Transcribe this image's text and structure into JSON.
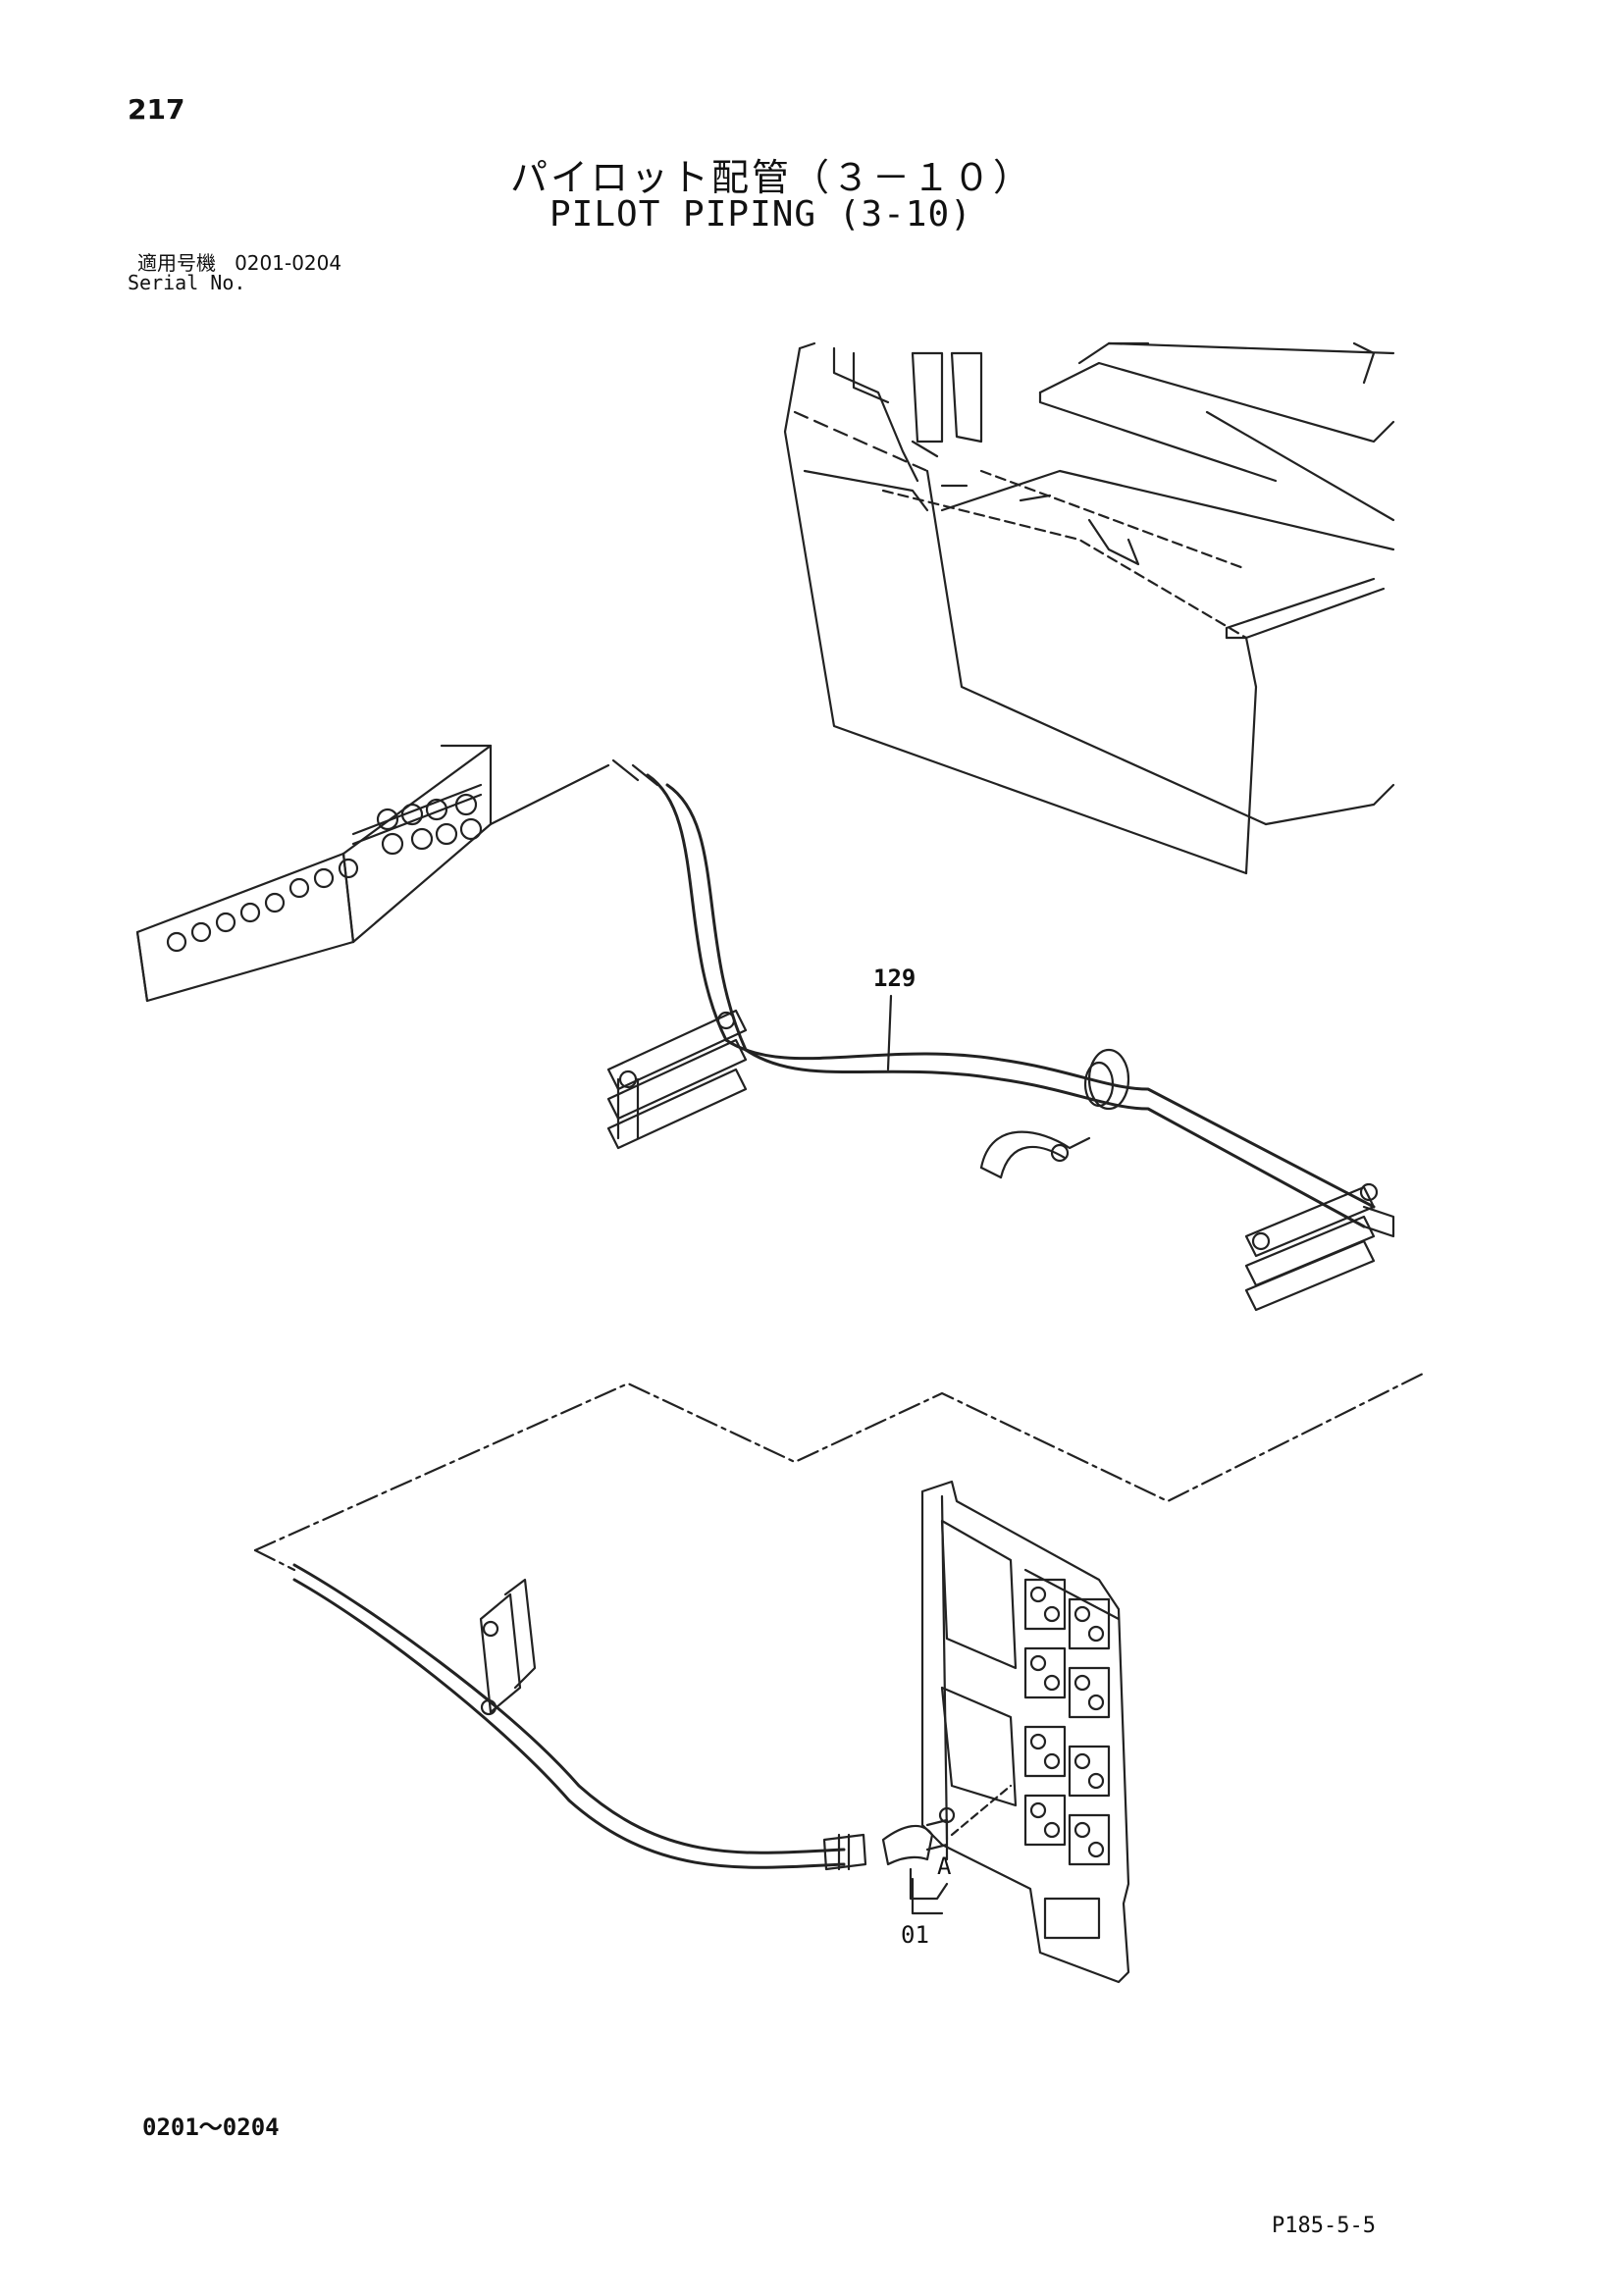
{
  "header": {
    "page_number": "217",
    "title_jp": "パイロット配管（３－１０）",
    "title_en": "PILOT PIPING (3-10)",
    "serial_label_jp": "適用号機",
    "serial_range": "0201-0204",
    "serial_label_en": "Serial No."
  },
  "callouts": {
    "hose": "129",
    "fitting": "01",
    "port": "A"
  },
  "footer": {
    "range": "0201～0204",
    "code": "P185-5-5"
  }
}
